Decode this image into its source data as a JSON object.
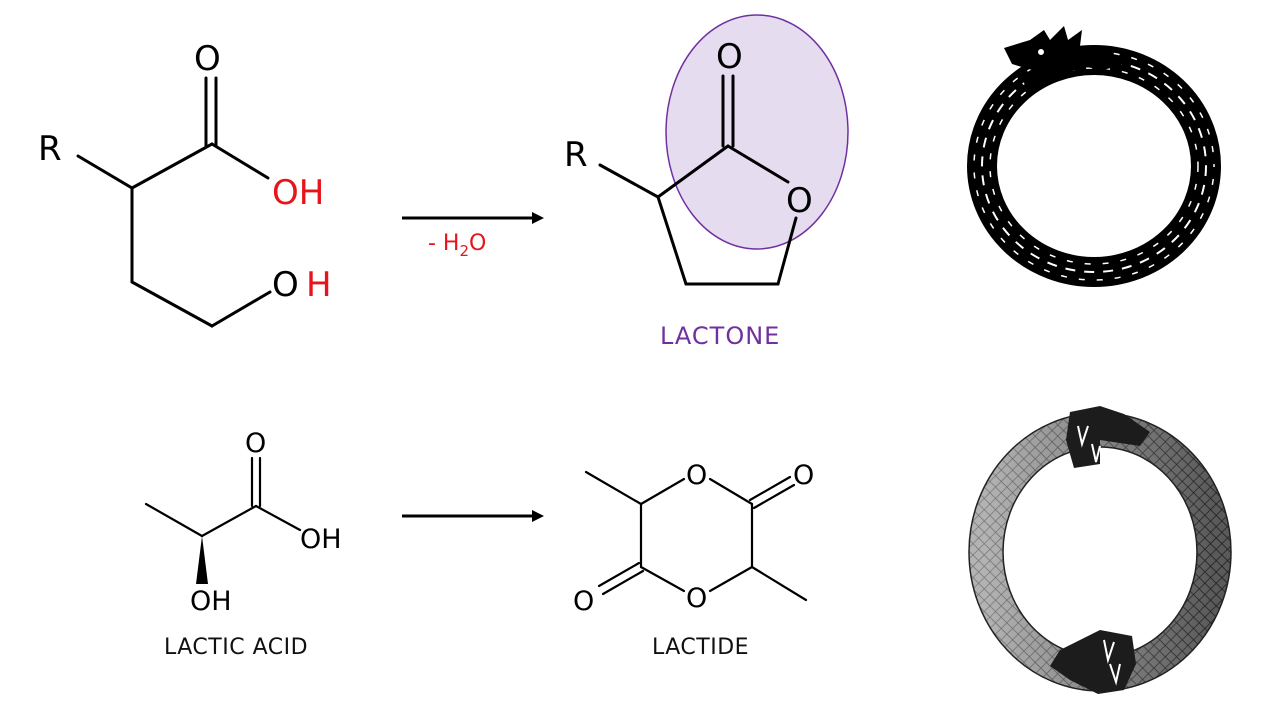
{
  "reaction_top": {
    "reactant": {
      "substituent": "R",
      "carbonyl_oxygen": "O",
      "acid_hydroxyl": "OH",
      "alcohol_oxygen": "O",
      "alcohol_hydrogen": "H"
    },
    "arrow": {
      "reagent_prefix": "- H",
      "reagent_subscript": "2",
      "reagent_suffix": "O"
    },
    "product": {
      "substituent": "R",
      "carbonyl_oxygen": "O",
      "ring_oxygen": "O",
      "name": "LACTONE"
    },
    "image": "ouroboros-dragon-icon"
  },
  "reaction_bottom": {
    "reactant": {
      "carbonyl_oxygen": "O",
      "acid_hydroxyl": "OH",
      "wedge_hydroxyl": "OH",
      "name": "LACTIC ACID"
    },
    "product": {
      "ring_oxygen_top": "O",
      "ring_oxygen_bottom": "O",
      "carbonyl_oxygen_right": "O",
      "carbonyl_oxygen_left": "O",
      "name": "LACTIDE"
    },
    "image": "ouroboros-twin-serpents-icon"
  },
  "colors": {
    "highlight_fill": "#e6dcf0",
    "highlight_stroke": "#7030a0",
    "lactone_label": "#7030a0",
    "removed_atoms": "#e8141b",
    "bonds": "#000000"
  }
}
